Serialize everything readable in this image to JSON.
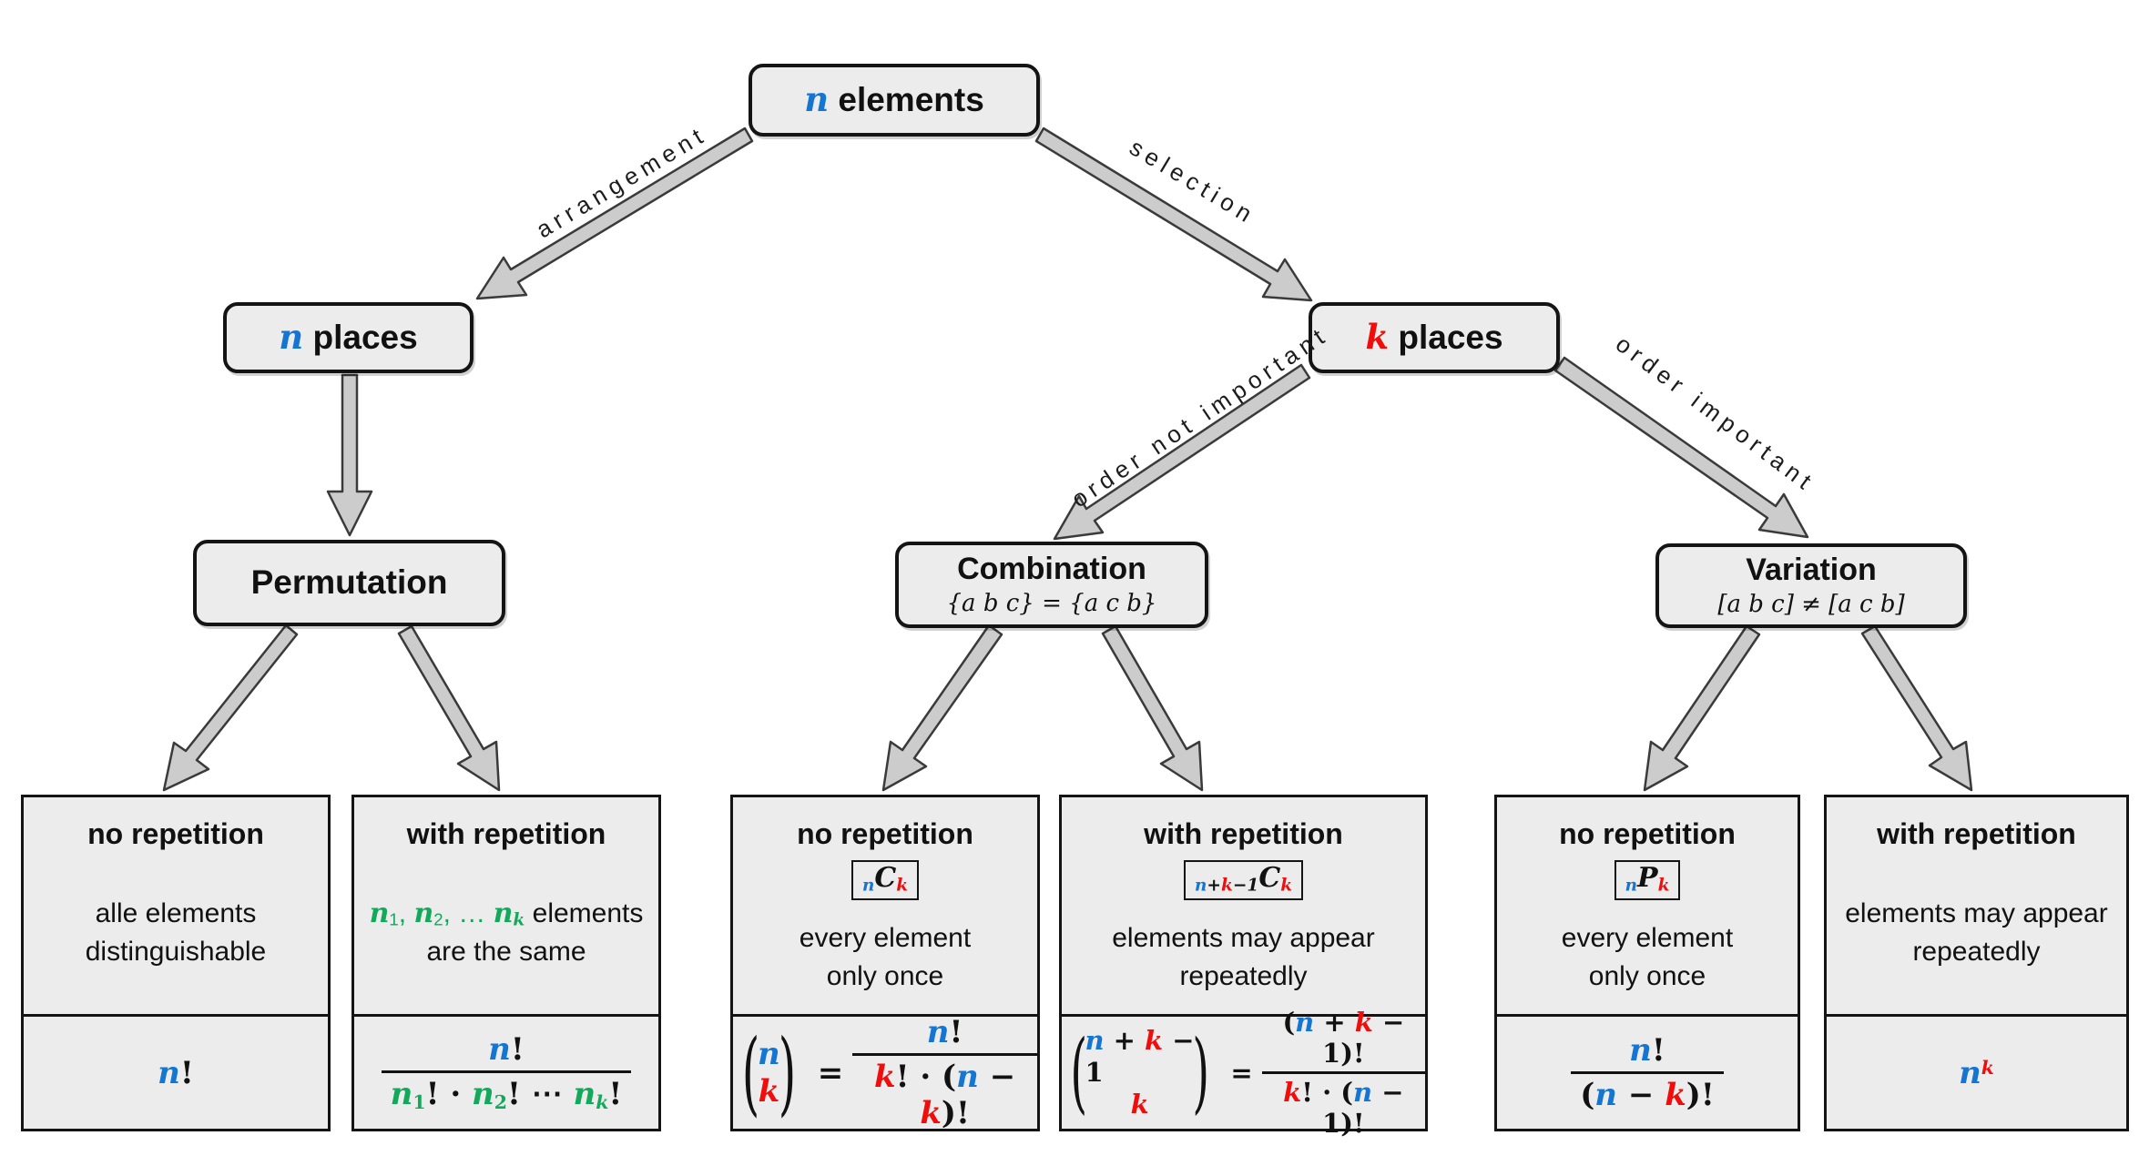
{
  "palette": {
    "blue": "#1476d2",
    "red": "#f20d0d",
    "green": "#12a95b",
    "box_fill": "#ececec",
    "box_border": "#141414",
    "arrow_fill": "#cccccc",
    "arrow_stroke": "#3a3a3a"
  },
  "nodes": {
    "root": {
      "title_runs": [
        {
          "t": "n",
          "c": "b",
          "v": 1
        },
        {
          "t": " elements"
        }
      ]
    },
    "n_places": {
      "title_runs": [
        {
          "t": "n",
          "c": "b",
          "v": 1
        },
        {
          "t": " places"
        }
      ]
    },
    "k_places": {
      "title_runs": [
        {
          "t": "k",
          "c": "r",
          "v": 1
        },
        {
          "t": " places"
        }
      ]
    },
    "permutation": {
      "title": "Permutation"
    },
    "combination": {
      "title": "Combination",
      "subtitle": "{a b c} = {a c b}"
    },
    "variation": {
      "title": "Variation",
      "subtitle": "[a b c] ≠ [a c b]"
    }
  },
  "edge_labels": {
    "arrangement": "arrangement",
    "selection": "selection",
    "order_not_important": "order not important",
    "order_important": "order important"
  },
  "cards": [
    {
      "title": "no repetition",
      "desc1": [
        {
          "t": "alle elements"
        }
      ],
      "desc2": [
        {
          "t": "distinguishable"
        }
      ],
      "f": [
        {
          "t": "n",
          "c": "b",
          "v": 1
        },
        {
          "t": "!"
        }
      ]
    },
    {
      "title": "with repetition",
      "desc1": [
        {
          "t": "n",
          "c": "g",
          "v": 1
        },
        {
          "t": "1",
          "c": "g",
          "pos": "sub"
        },
        {
          "t": ", ",
          "c": "g"
        },
        {
          "t": "n",
          "c": "g",
          "v": 1
        },
        {
          "t": "2",
          "c": "g",
          "pos": "sub"
        },
        {
          "t": ", … ",
          "c": "g"
        },
        {
          "t": "n",
          "c": "g",
          "v": 1
        },
        {
          "t": "k",
          "c": "g",
          "v": 1,
          "pos": "sub"
        },
        {
          "t": " elements"
        }
      ],
      "desc2": [
        {
          "t": "are the same"
        }
      ],
      "f_num": [
        {
          "t": "n",
          "c": "b",
          "v": 1
        },
        {
          "t": "!"
        }
      ],
      "f_den": [
        {
          "t": "n",
          "c": "g",
          "v": 1
        },
        {
          "t": "1",
          "c": "g",
          "pos": "sub"
        },
        {
          "t": "! · "
        },
        {
          "t": "n",
          "c": "g",
          "v": 1
        },
        {
          "t": "2",
          "c": "g",
          "pos": "sub"
        },
        {
          "t": "! ⋯ "
        },
        {
          "t": "n",
          "c": "g",
          "v": 1
        },
        {
          "t": "k",
          "c": "g",
          "v": 1,
          "pos": "sub"
        },
        {
          "t": "!"
        }
      ]
    },
    {
      "title": "no repetition",
      "badge": [
        {
          "t": "n",
          "c": "b",
          "pos": "sub"
        },
        {
          "t": "C"
        },
        {
          "t": "k",
          "c": "r",
          "pos": "sub"
        }
      ],
      "desc1": [
        {
          "t": "every element"
        }
      ],
      "desc2": [
        {
          "t": "only once"
        }
      ],
      "binom_top": [
        {
          "t": "n",
          "c": "b",
          "v": 1
        }
      ],
      "binom_bot": [
        {
          "t": "k",
          "c": "r",
          "v": 1
        }
      ],
      "eq": "=",
      "f_num": [
        {
          "t": "n",
          "c": "b",
          "v": 1
        },
        {
          "t": "!"
        }
      ],
      "f_den": [
        {
          "t": "k",
          "c": "r",
          "v": 1
        },
        {
          "t": "! · ("
        },
        {
          "t": "n",
          "c": "b",
          "v": 1
        },
        {
          "t": " − "
        },
        {
          "t": "k",
          "c": "r",
          "v": 1
        },
        {
          "t": ")!"
        }
      ]
    },
    {
      "title": "with repetition",
      "badge": [
        {
          "t": "n",
          "c": "b",
          "pos": "sub"
        },
        {
          "t": "+",
          "pos": "sub"
        },
        {
          "t": "k",
          "c": "r",
          "pos": "sub"
        },
        {
          "t": "−1",
          "pos": "sub"
        },
        {
          "t": "C"
        },
        {
          "t": "k",
          "c": "r",
          "pos": "sub"
        }
      ],
      "desc1": [
        {
          "t": "elements may appear"
        }
      ],
      "desc2": [
        {
          "t": "repeatedly"
        }
      ],
      "binom_top": [
        {
          "t": "n",
          "c": "b",
          "v": 1
        },
        {
          "t": " + "
        },
        {
          "t": "k",
          "c": "r",
          "v": 1
        },
        {
          "t": " − 1"
        }
      ],
      "binom_bot": [
        {
          "t": "k",
          "c": "r",
          "v": 1
        }
      ],
      "eq": "=",
      "f_num": [
        {
          "t": "("
        },
        {
          "t": "n",
          "c": "b",
          "v": 1
        },
        {
          "t": " + "
        },
        {
          "t": "k",
          "c": "r",
          "v": 1
        },
        {
          "t": " − 1)!"
        }
      ],
      "f_den": [
        {
          "t": "k",
          "c": "r",
          "v": 1
        },
        {
          "t": "! · ("
        },
        {
          "t": "n",
          "c": "b",
          "v": 1
        },
        {
          "t": " − 1)!"
        }
      ]
    },
    {
      "title": "no repetition",
      "badge": [
        {
          "t": "n",
          "c": "b",
          "pos": "sub"
        },
        {
          "t": "P"
        },
        {
          "t": "k",
          "c": "r",
          "pos": "sub"
        }
      ],
      "desc1": [
        {
          "t": "every element"
        }
      ],
      "desc2": [
        {
          "t": "only once"
        }
      ],
      "f_num": [
        {
          "t": "n",
          "c": "b",
          "v": 1
        },
        {
          "t": "!"
        }
      ],
      "f_den": [
        {
          "t": "("
        },
        {
          "t": "n",
          "c": "b",
          "v": 1
        },
        {
          "t": " − "
        },
        {
          "t": "k",
          "c": "r",
          "v": 1
        },
        {
          "t": ")!"
        }
      ]
    },
    {
      "title": "with repetition",
      "desc1": [
        {
          "t": "elements may appear"
        }
      ],
      "desc2": [
        {
          "t": "repeatedly"
        }
      ],
      "f": [
        {
          "t": "n",
          "c": "b",
          "v": 1
        },
        {
          "t": "k",
          "c": "r",
          "v": 1,
          "pos": "sup"
        }
      ]
    }
  ]
}
